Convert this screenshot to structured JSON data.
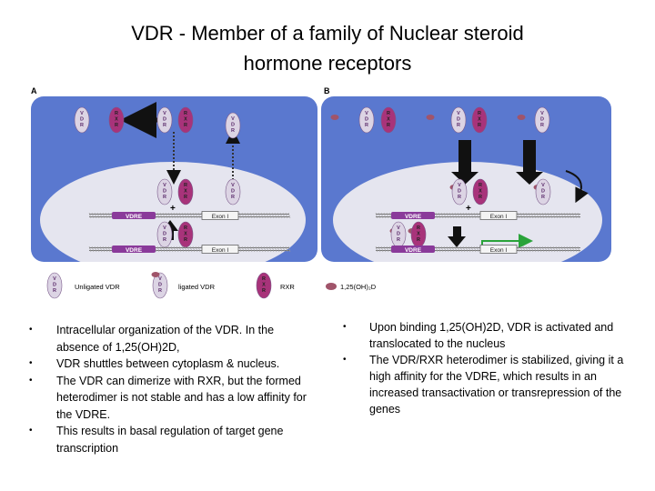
{
  "slide": {
    "title_line1": "VDR - Member of a family of Nuclear steroid",
    "title_line2": "hormone receptors"
  },
  "figure": {
    "panel_a_label": "A",
    "panel_b_label": "B",
    "vdr_text": [
      "V",
      "D",
      "R"
    ],
    "rxr_text": [
      "R",
      "X",
      "R"
    ],
    "vdre_label": "VDRE",
    "exon_label": "Exon I",
    "plus_sign": "+",
    "legend": {
      "unligated_vdr": "Unligated VDR",
      "ligated_vdr": "ligated VDR",
      "rxr": "RXR",
      "ligand": "1,25(OH)₂D"
    },
    "colors": {
      "cytoplasm": "#5a78cf",
      "nucleus": "#e5e5ef",
      "vdr": "#dcd4e4",
      "rxr": "#a8337a",
      "ligand": "#a0546a",
      "vdre_box": "#8a3a9a",
      "active_arrow": "#2aa33a"
    }
  },
  "left_bullets": [
    "Intracellular  organization of the VDR.  In the absence of 1,25(OH)2D,",
    "VDR  shuttles between cytoplasm   &  nucleus.",
    "The VDR can dimerize with RXR, but the formed heterodimer is not stable and has a low affinity for the VDRE.",
    "This results in basal regulation of target gene transcription"
  ],
  "right_bullets": [
    "Upon binding  1,25(OH)2D, VDR is activated and translocated to the nucleus",
    " The VDR/RXR heterodimer is stabilized, giving it a high affinity for the VDRE, which results in an increased transactivation or transrepression of the genes"
  ],
  "bullet_marker": "•"
}
